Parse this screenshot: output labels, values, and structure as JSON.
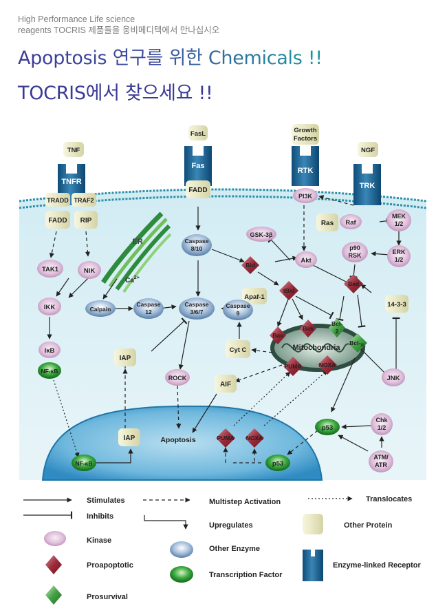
{
  "header": {
    "line1": "High Performance Life science",
    "line2": "reagents TOCRIS 제품들을 웅비메디텍에서 만나십시오",
    "title1": "Apoptosis 연구를 위한 Chemicals !!",
    "title2": "TOCRIS에서 찾으세요 !!"
  },
  "diagram": {
    "receptors": {
      "tnf": "TNF",
      "tnfr": "TNFR",
      "fasl": "FasL",
      "fas": "Fas",
      "growth1": "Growth",
      "growth2": "Factors",
      "rtk": "RTK",
      "ngf": "NGF",
      "trk": "TRK"
    },
    "nodes": {
      "tradd": "TRADD",
      "traf2": "TRAF2",
      "fadd_left": "FADD",
      "rip": "RIP",
      "fadd": "FADD",
      "pi3k": "PI3K",
      "ras": "Ras",
      "raf": "Raf",
      "mek1": "MEK",
      "mek2": "1/2",
      "gsk": "GSK-3β",
      "caspase810a": "Caspase",
      "caspase810b": "8/10",
      "er": "ER",
      "ca": "Ca",
      "ca_sup": "2+",
      "tak1": "TAK1",
      "nik": "NIK",
      "bid": "Bid",
      "tbid": "tBid",
      "akt": "Akt",
      "p90a": "p90",
      "p90b": "RSK",
      "erk1": "ERK",
      "erk2": "1/2",
      "ikk": "IKK",
      "calpain": "Calpain",
      "caspase12a": "Caspase",
      "caspase12b": "12",
      "caspase367a": "Caspase",
      "caspase367b": "3/6/7",
      "apaf": "Apaf-1",
      "caspase9a": "Caspase",
      "caspase9b": "9",
      "bad": "Bad",
      "p1433": "14-3-3",
      "ikb": "IκB",
      "nfkb": "NF-κB",
      "bcl2a": "Bcl-",
      "bcl2b": "2",
      "bax": "Bax",
      "bak": "Bak",
      "bclxl": "Bcl-",
      "bclxl_sub": "XL",
      "mito": "Mitochondria",
      "iap": "IAP",
      "cytc": "Cyt C",
      "puma": "PUMA",
      "noxa": "NOXA",
      "rock": "ROCK",
      "aif": "AIF",
      "jnk": "JNK",
      "chk1": "Chk",
      "chk2": "1/2",
      "iap_nuc": "IAP",
      "apoptosis": "Apoptosis",
      "p53": "p53",
      "puma_nuc": "PUMA",
      "noxa_nuc": "NOXA",
      "nfkb_nuc": "NF-κB",
      "p53_nuc": "p53",
      "atm1": "ATM/",
      "atm2": "ATR"
    }
  },
  "legend": {
    "stimulates": "Stimulates",
    "multistep": "Multistep Activation",
    "translocates": "Translocates",
    "inhibits": "Inhibits",
    "upregulates": "Upregulates",
    "other_protein": "Other Protein",
    "kinase": "Kinase",
    "other_enzyme": "Other Enzyme",
    "proapoptotic": "Proapoptotic",
    "transcription_factor": "Transcription Factor",
    "receptor": "Enzyme-linked Receptor",
    "prosurvival": "Prosurvival"
  }
}
